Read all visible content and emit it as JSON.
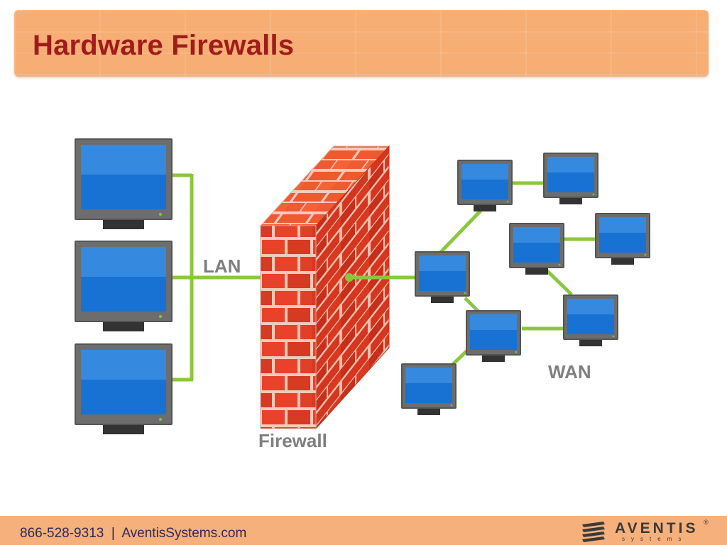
{
  "header": {
    "title": "Hardware Firewalls"
  },
  "diagram": {
    "lan_label": "LAN",
    "firewall_label": "Firewall",
    "wan_label": "WAN"
  },
  "footer": {
    "contact": "866-528-9313  |  AventisSystems.com",
    "logo_word": "AVENTIS",
    "logo_sub": "systems",
    "logo_mark": "®"
  },
  "colors": {
    "title": "#a01c1c",
    "header_bg": "#f6ae74",
    "link_green": "#8cc63f",
    "brick": "#e8432a",
    "screen_blue": "#1976d2",
    "label_gray": "#7f7f7f"
  }
}
